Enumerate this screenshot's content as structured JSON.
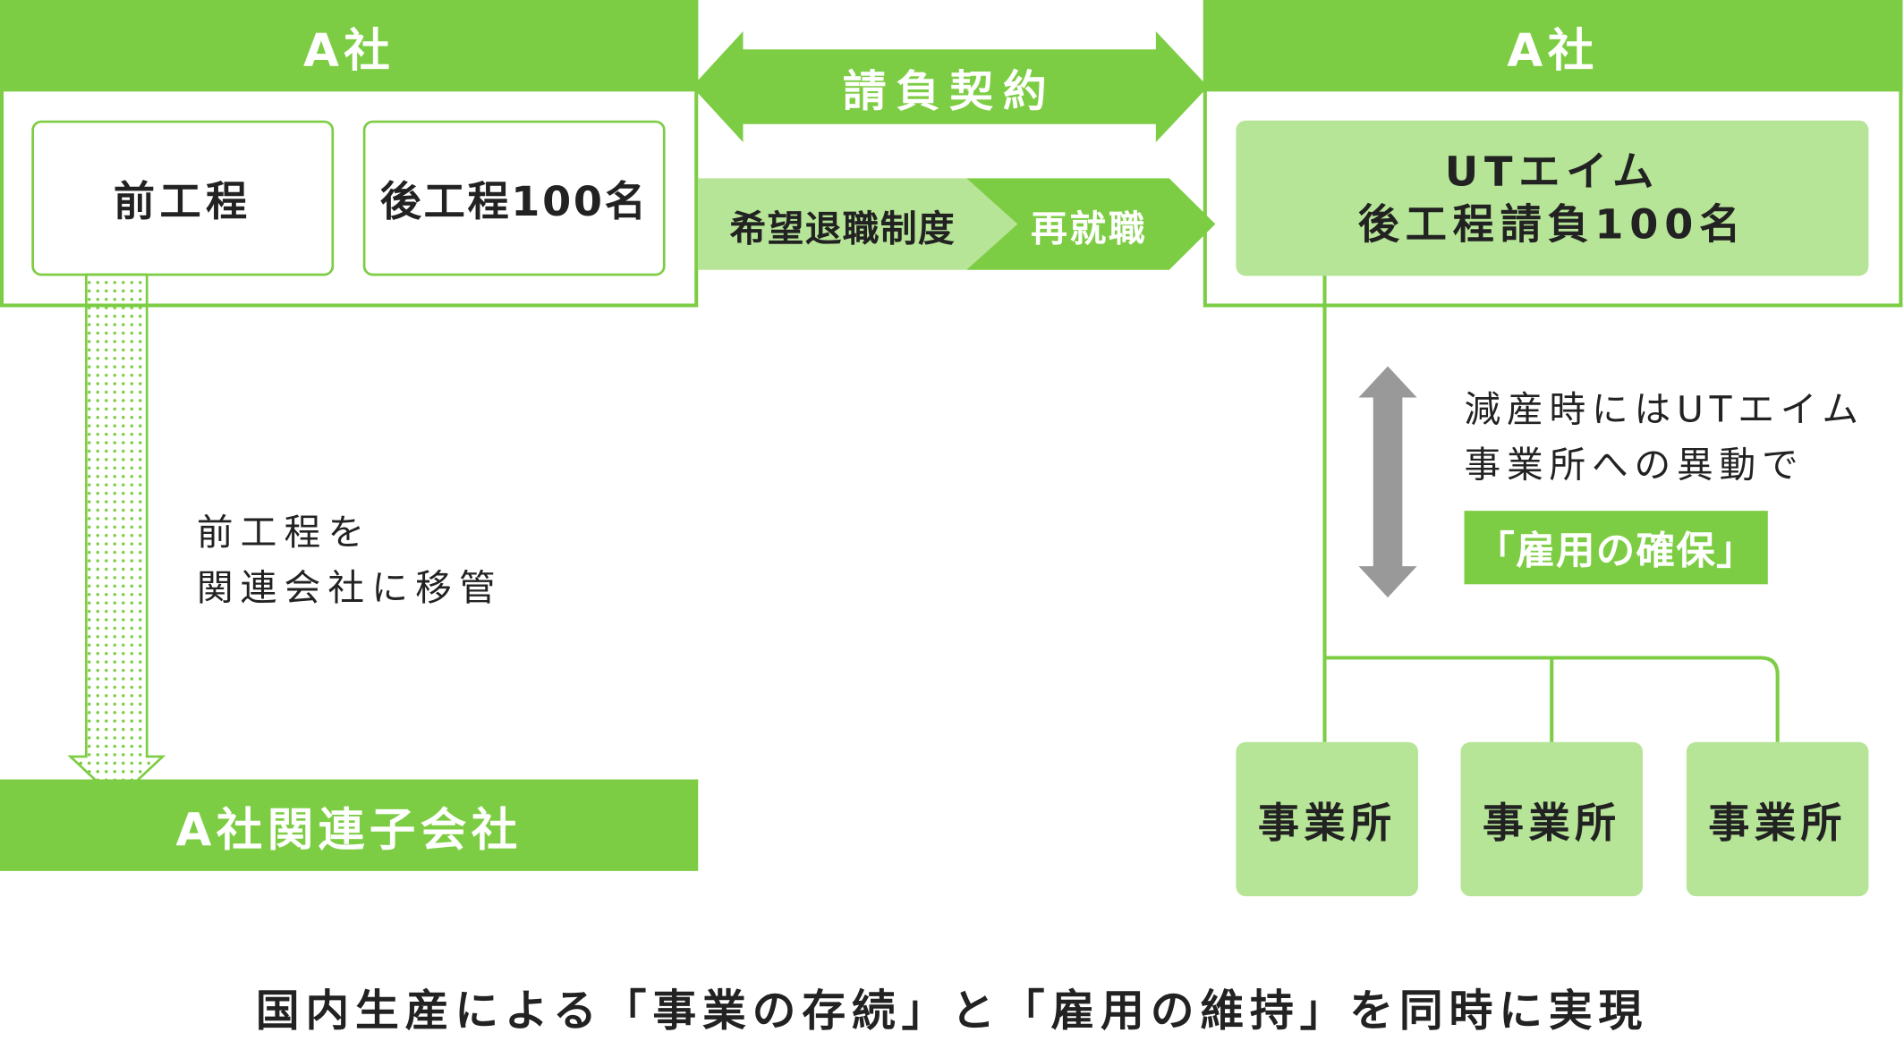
{
  "left_company": {
    "title": "A社",
    "processes": [
      {
        "label": "前工程"
      },
      {
        "label": "後工程100名"
      }
    ]
  },
  "contract": {
    "label": "請負契約"
  },
  "transfer": {
    "step1": "希望退職制度",
    "step2": "再就職"
  },
  "right_company": {
    "title": "A社",
    "ut_line1": "UTエイム",
    "ut_line2": "後工程請負100名"
  },
  "move_note": {
    "line1": "前工程を",
    "line2": "関連会社に移管"
  },
  "subsidiary": {
    "label": "A社関連子会社"
  },
  "reduction_note": {
    "line1": "減産時にはUTエイム",
    "line2": "事業所への異動で",
    "badge": "「雇用の確保」"
  },
  "offices": [
    {
      "label": "事業所"
    },
    {
      "label": "事業所"
    },
    {
      "label": "事業所"
    }
  ],
  "footer": {
    "caption": "国内生産による「事業の存続」と「雇用の維持」を同時に実現"
  },
  "colors": {
    "green": "#7dcd44",
    "light_green": "#b6e597",
    "gray_arrow": "#999999",
    "text": "#222222"
  }
}
